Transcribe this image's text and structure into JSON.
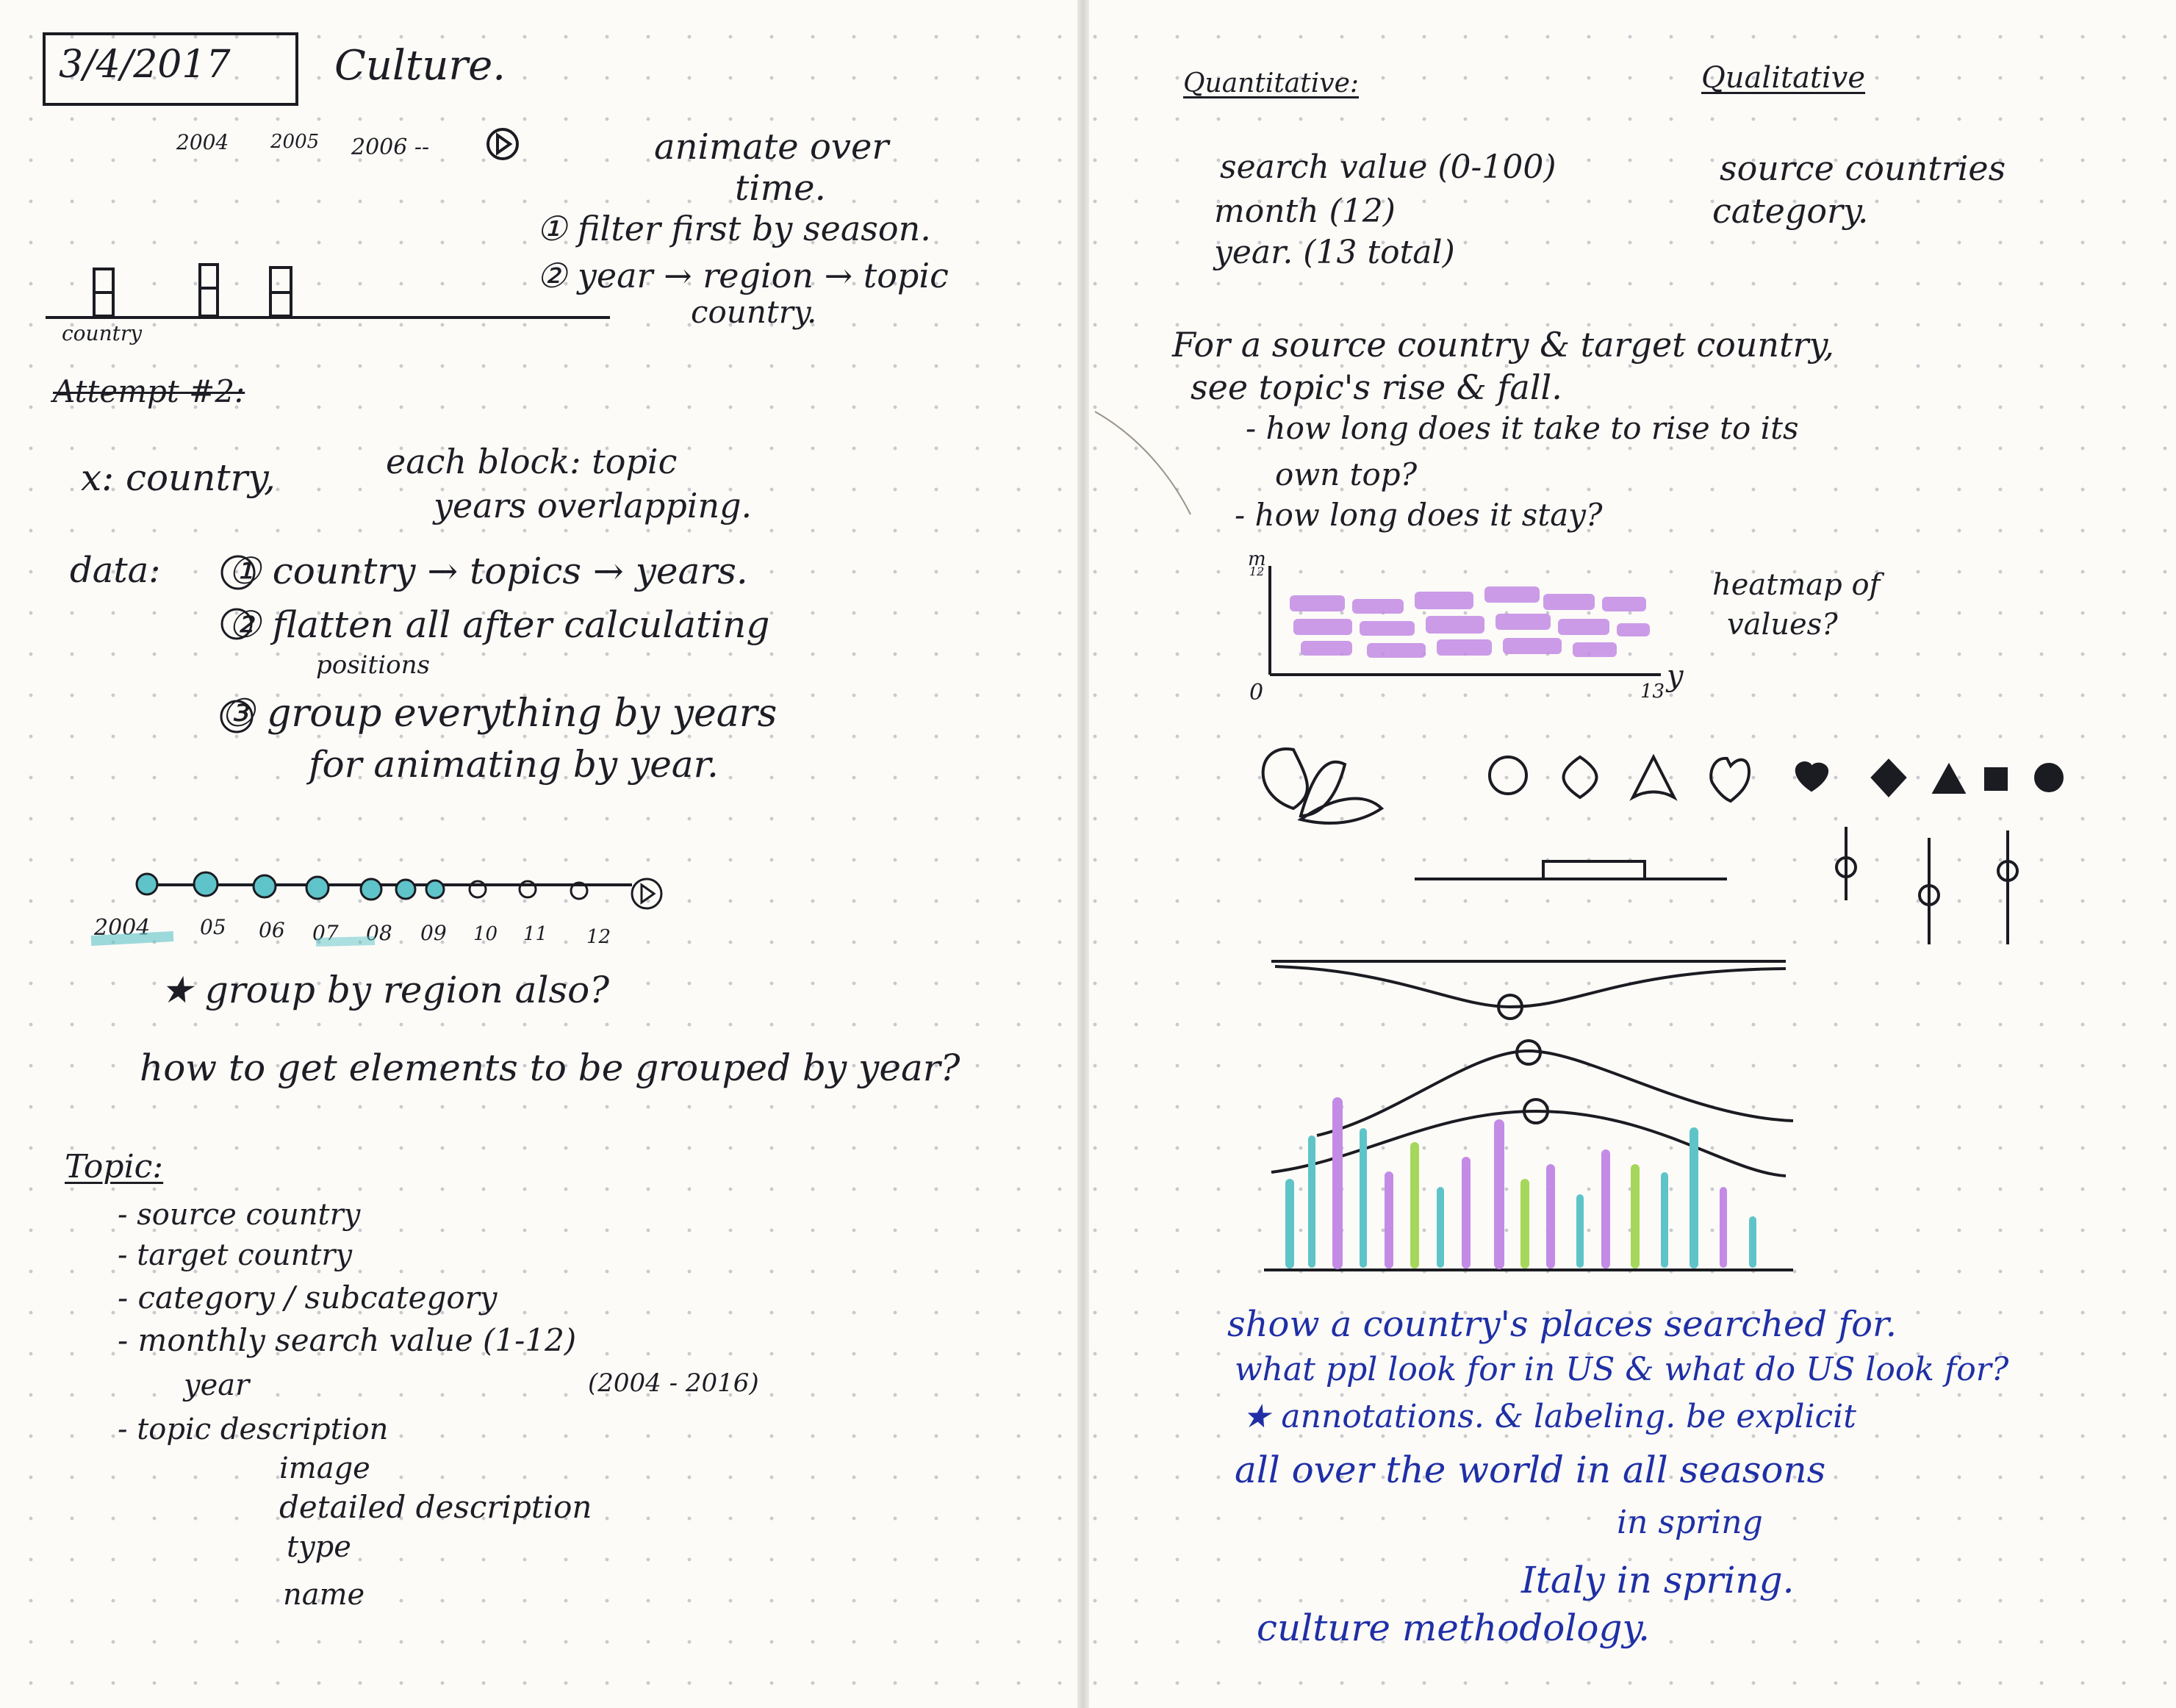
{
  "left": {
    "date": "3/4/2017",
    "title": "Culture.",
    "years_top": [
      "2004",
      "2005",
      "2006 --"
    ],
    "animate_note": [
      "animate over",
      "time."
    ],
    "steps": [
      "① filter first by season.",
      "② year → region → topic",
      "country."
    ],
    "x_axis_label": "country",
    "attempt": "Attempt #2:",
    "x_desc": "x: country,",
    "block_desc": "each block: topic",
    "years_overlap": "years overlapping.",
    "data_label": "data:",
    "data_steps": [
      "① country → topics → years.",
      "② flatten all after calculating",
      "positions",
      "③ group everything by years",
      "for animating by year."
    ],
    "timeline_years": [
      "2004",
      "05",
      "06",
      "07",
      "08",
      "09",
      "10",
      "11",
      "12"
    ],
    "timeline_filled": 7,
    "group_note": "★ group by region also?",
    "question": "how to get elements to be grouped by year?",
    "topic_heading": "Topic:",
    "topic_items": [
      "- source country",
      "- target country",
      "- category / subcategory",
      "- monthly search value (1-12)",
      "year",
      "(2004 - 2016)",
      "- topic description",
      "image",
      "detailed description",
      "type",
      "name"
    ]
  },
  "right": {
    "quant_heading": "Quantitative:",
    "qual_heading": "Qualitative",
    "quant_items": [
      "search value (0-100)",
      "month (12)",
      "year. (13 total)"
    ],
    "qual_items": [
      "source countries",
      "category."
    ],
    "rise_fall": [
      "For a source country & target country,",
      "see topic's rise & fall.",
      "- how long does it take to rise to its",
      "own top?",
      "- how long does it stay?"
    ],
    "heatmap_axes": {
      "y": "m",
      "y_sub": "12",
      "origin": "0",
      "x_end": "13",
      "x": "y"
    },
    "heatmap_note": [
      "heatmap of",
      "values?"
    ],
    "blue_notes": [
      "show a country's places searched for.",
      "what ppl look for in US & what do US look for?",
      "★ annotations. & labeling. be explicit",
      "all over the world in all seasons",
      "in spring",
      "Italy in spring.",
      "culture methodology."
    ]
  },
  "colors": {
    "ink": "#1b1b22",
    "blue_ink": "#1f2fa6",
    "teal": "#5ec4c9",
    "purple": "#c38be6",
    "green": "#a5d85a"
  },
  "icons": [
    "calendar-date-box",
    "play-icon",
    "flower-icon",
    "circle-shape",
    "heart-shape",
    "diamond-shape",
    "triangle-shape",
    "square-shape",
    "slider-icon"
  ]
}
